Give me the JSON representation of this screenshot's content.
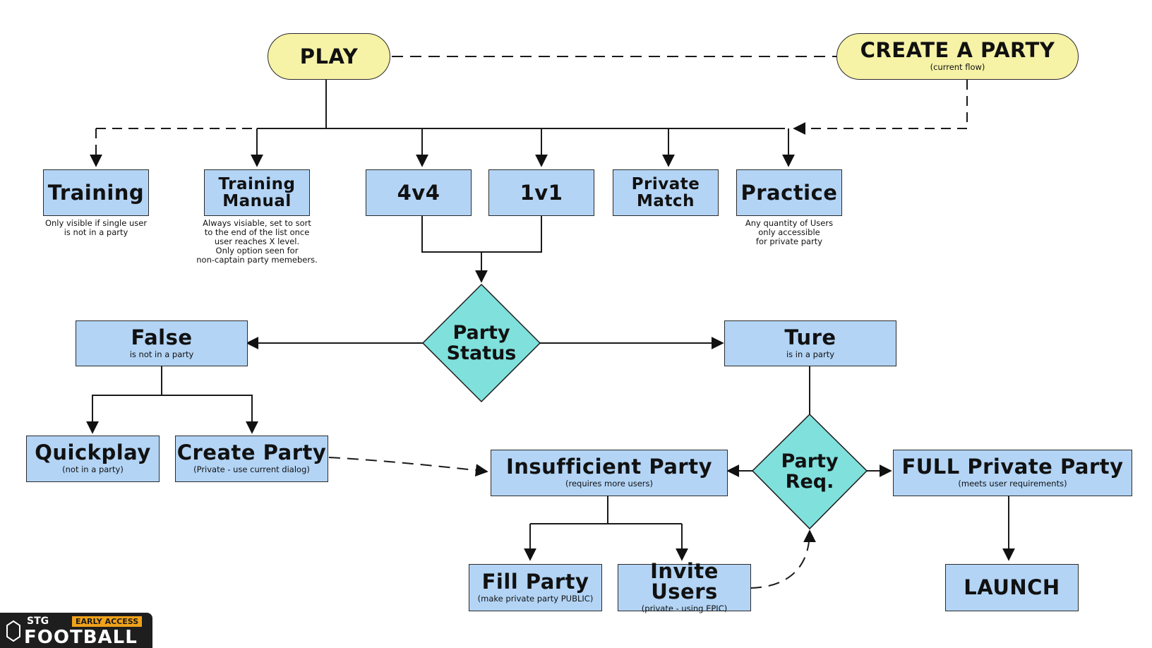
{
  "top": {
    "play": "PLAY",
    "create_party": "CREATE A PARTY",
    "create_party_sub": "(current flow)"
  },
  "modes": {
    "training": "Training",
    "training_note": [
      "Only visible if single user",
      "is not in a party"
    ],
    "training_manual": [
      "Training",
      "Manual"
    ],
    "training_manual_note": [
      "Always visiable, set to sort",
      "to the end of the list once",
      "user reaches X level.",
      "Only option seen for",
      "non-captain party memebers."
    ],
    "fourvfour": "4v4",
    "onevone": "1v1",
    "private_match": [
      "Private",
      "Match"
    ],
    "practice": "Practice",
    "practice_note": [
      "Any quantity of Users",
      "only accessible",
      "for private party"
    ]
  },
  "party_status": {
    "label": [
      "Party",
      "Status"
    ],
    "false_title": "False",
    "false_sub": "is not in a party",
    "true_title": "Ture",
    "true_sub": "is in a party"
  },
  "false_branch": {
    "quickplay": "Quickplay",
    "quickplay_sub": "(not in a party)",
    "create_party": "Create Party",
    "create_party_sub": "(Private - use current dialog)"
  },
  "party_req": {
    "label": [
      "Party",
      "Req."
    ],
    "insufficient": "Insufficient Party",
    "insufficient_sub": "(requires more users)",
    "full": "FULL Private Party",
    "full_sub": "(meets user requirements)",
    "fill": "Fill Party",
    "fill_sub": "(make private party PUBLIC)",
    "invite": "Invite Users",
    "invite_sub": "(private - using EPIC)",
    "launch": "LAUNCH"
  },
  "logo": {
    "stg": "STG",
    "early_access": "EARLY ACCESS",
    "football": "FOOTBALL"
  },
  "colors": {
    "box_fill": "#b3d4f5",
    "pill_fill": "#f6f2a6",
    "diamond_fill": "#7fe0dc",
    "stroke": "#1a1a1a",
    "logo_accent": "#f0a21a"
  }
}
